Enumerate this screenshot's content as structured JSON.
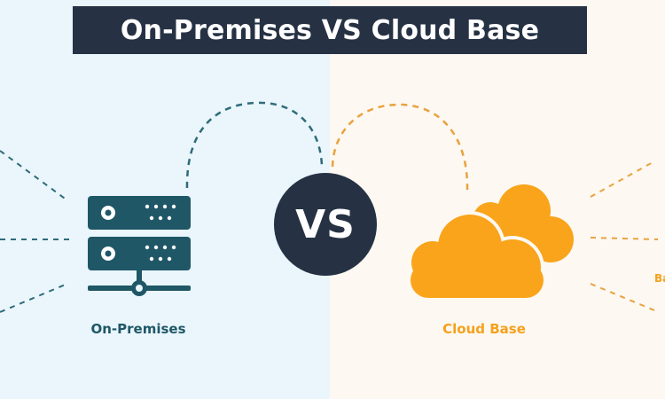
{
  "title": "On-Premises VS Cloud Base",
  "vs_label": "VS",
  "left_panel": {
    "label": "On-Premises",
    "icon": "server-network-icon",
    "color": "#1f5767",
    "background": "#eaf6fc"
  },
  "right_panel": {
    "label": "Cloud Base",
    "icon": "cloud-icon",
    "color": "#f5a11c",
    "background": "#fdf8f1",
    "edge_fragment": "Ba"
  },
  "title_background": "#263244"
}
